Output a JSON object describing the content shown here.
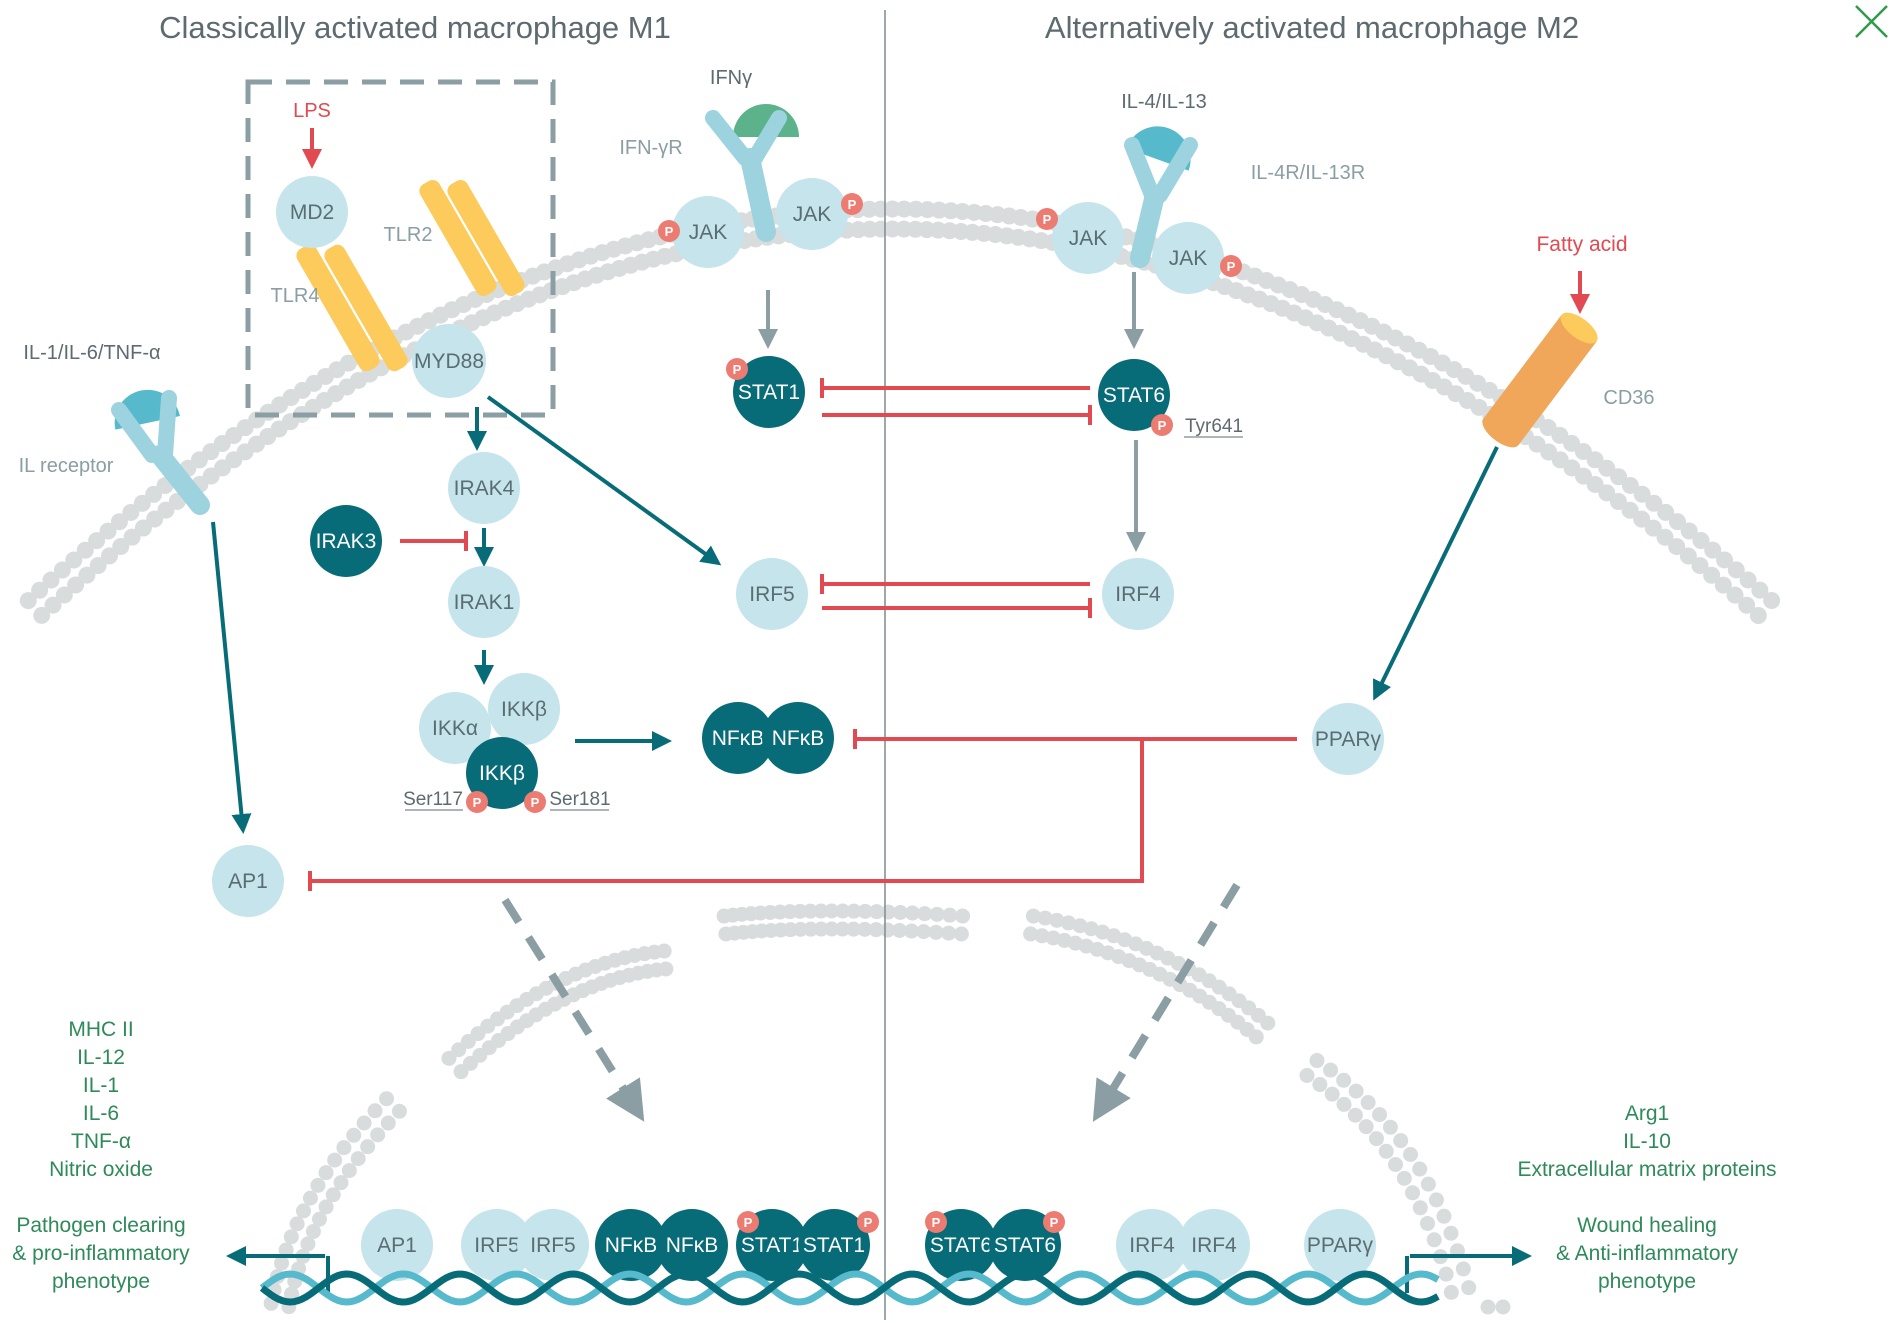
{
  "titles": {
    "m1": "Classically activated macrophage M1",
    "m2": "Alternatively activated macrophage M2"
  },
  "ligands": {
    "lps": "LPS",
    "ifng": "IFNγ",
    "il4": "IL-4/IL-13",
    "fatty_acid": "Fatty acid",
    "il1": "IL-1/IL-6/TNF-α"
  },
  "receptors": {
    "tlr2": "TLR2",
    "tlr4": "TLR4",
    "ifngr": "IFN-γR",
    "il4r": "IL-4R/IL-13R",
    "cd36": "CD36",
    "il_receptor": "IL receptor"
  },
  "nodes": {
    "md2": "MD2",
    "myd88": "MYD88",
    "jak": "JAK",
    "stat1": "STAT1",
    "stat6": "STAT6",
    "irak4": "IRAK4",
    "irak3": "IRAK3",
    "irak1": "IRAK1",
    "ikka": "IKKα",
    "ikkb": "IKKβ",
    "nfkb": "NFκB",
    "irf5": "IRF5",
    "irf4": "IRF4",
    "ppar": "PPARγ",
    "ap1": "AP1",
    "p": "P"
  },
  "sites": {
    "tyr641": "Tyr641",
    "ser117": "Ser117",
    "ser181": "Ser181"
  },
  "outputs": {
    "m1_genes": [
      "MHC II",
      "IL-12",
      "IL-1",
      "IL-6",
      "TNF-α",
      "Nitric oxide"
    ],
    "m1_phenotype": [
      "Pathogen clearing",
      "& pro-inflammatory",
      "phenotype"
    ],
    "m2_genes": [
      "Arg1",
      "IL-10",
      "Extracellular matrix proteins"
    ],
    "m2_phenotype": [
      "Wound healing",
      "& Anti-inflammatory",
      "phenotype"
    ]
  },
  "colors": {
    "teal_dark": "#076c78",
    "teal_light": "#c5e4ec",
    "teal_mid": "#57b9cc",
    "receptor_blue": "#9dd2df",
    "tlr_yellow": "#fdca5c",
    "red": "#e04a50",
    "green_text": "#2f8a5a",
    "grey_arrow": "#8a9ea3",
    "membrane_dot": "#d0d4d5",
    "ifn_green": "#5bb28b",
    "cd36_orange": "#f0a75a",
    "text_grey": "#7a8a90"
  }
}
